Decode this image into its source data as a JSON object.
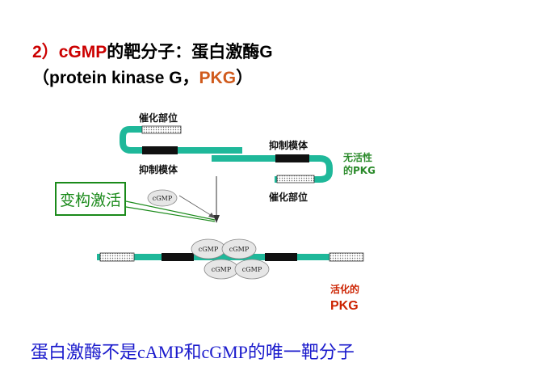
{
  "title": {
    "prefix": "2）",
    "cgmp": "cGMP",
    "middle": "的靶分子：蛋白激酶G",
    "line2_open": "（protein kinase G，",
    "pkg": "PKG",
    "line2_close": "）"
  },
  "diagram": {
    "catalytic_site_top": "催化部位",
    "inhibitory_domain_right": "抑制模体",
    "inhibitory_domain_left": "抑制模体",
    "inactive_label_line1": "无活性",
    "inactive_label_line2": "的PKG",
    "catalytic_site_bottom": "催化部位",
    "cgmp_free": "cGMP",
    "allosteric_activation": "变构激活",
    "cgmp_bound": [
      "cGMP",
      "cGMP",
      "cGMP",
      "cGMP"
    ],
    "active_label_line1": "活化的",
    "active_label_line2": "PKG",
    "colors": {
      "teal": "#1fb89a",
      "green_box": "#1a8a1a",
      "inactive_text": "#2a8a2a",
      "active_text": "#cc2200"
    }
  },
  "footer": "蛋白激酶不是cAMP和cGMP的唯一靶分子"
}
